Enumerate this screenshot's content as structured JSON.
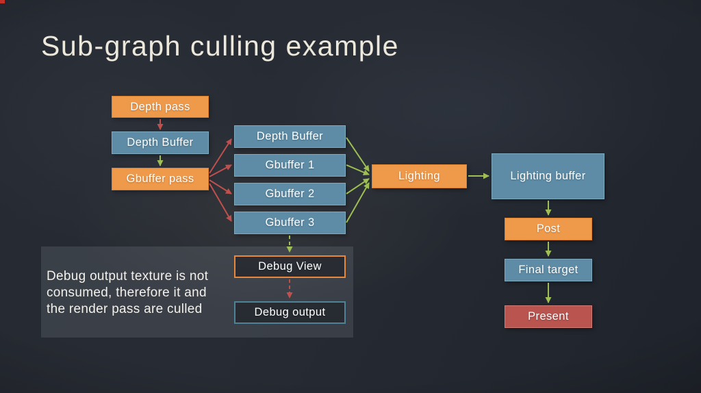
{
  "slide": {
    "title": "Sub-graph culling example",
    "annotation": {
      "lines": [
        "Debug output texture is not",
        "consumed, therefore it and",
        "the render pass are culled"
      ]
    }
  },
  "nodes": {
    "depth_pass": {
      "label": "Depth pass",
      "kind": "render-pass"
    },
    "depth_buffer_left": {
      "label": "Depth Buffer",
      "kind": "resource"
    },
    "gbuffer_pass": {
      "label": "Gbuffer pass",
      "kind": "render-pass"
    },
    "depth_buffer_mid": {
      "label": "Depth Buffer",
      "kind": "resource"
    },
    "gbuffer_1": {
      "label": "Gbuffer 1",
      "kind": "resource"
    },
    "gbuffer_2": {
      "label": "Gbuffer 2",
      "kind": "resource"
    },
    "gbuffer_3": {
      "label": "Gbuffer 3",
      "kind": "resource"
    },
    "lighting": {
      "label": "Lighting",
      "kind": "render-pass"
    },
    "lighting_buffer": {
      "label": "Lighting buffer",
      "kind": "resource"
    },
    "post": {
      "label": "Post",
      "kind": "render-pass"
    },
    "final_target": {
      "label": "Final target",
      "kind": "resource"
    },
    "present": {
      "label": "Present",
      "kind": "present"
    },
    "debug_view": {
      "label": "Debug View",
      "kind": "culled-pass"
    },
    "debug_output": {
      "label": "Debug output",
      "kind": "culled-resource"
    }
  },
  "colors": {
    "render_pass_fill": "#EF9A4B",
    "resource_fill": "#5E8CA6",
    "present_fill": "#B9544F",
    "culled_pass_border": "#E8883A",
    "culled_resource_border": "#4E8296",
    "write_arrow": "#C0504D",
    "read_arrow": "#9FBE53",
    "title_color": "#EDE8DC",
    "background": "#252931"
  }
}
